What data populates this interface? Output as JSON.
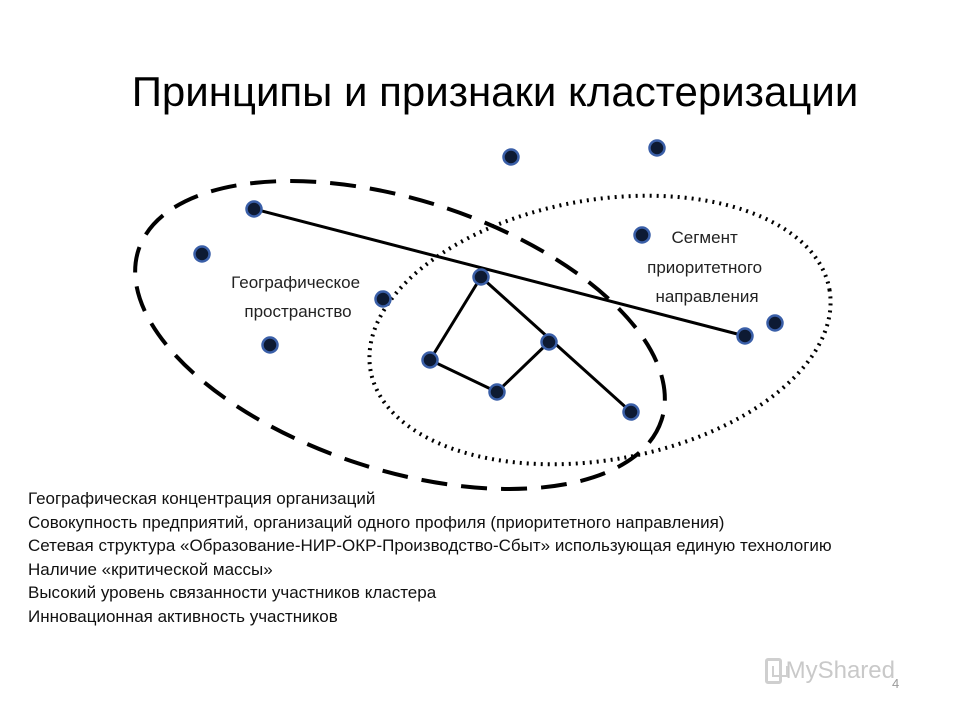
{
  "slide": {
    "title": "Принципы и признаки кластеризации",
    "page_number": "4"
  },
  "diagram": {
    "labels": {
      "geo_space": [
        "Географическое",
        "пространство"
      ],
      "priority_segment": [
        "Сегмент",
        "приоритетного",
        "направления"
      ]
    },
    "colors": {
      "node_fill": "#0d1a33",
      "node_stroke": "#3a5fa8",
      "line": "#000000"
    }
  },
  "bullets": [
    "Географическая концентрация организаций",
    "Совокупность предприятий, организаций одного профиля (приоритетного направления)",
    "Сетевая структура «Образование-НИР-ОКР-Производство-Сбыт» использующая единую технологию",
    "Наличие «критической массы»",
    "Высокий уровень связанности участников кластера",
    "Инновационная активность участников"
  ],
  "watermark": {
    "text": "MyShared",
    "icon": "myshared-logo-icon"
  }
}
